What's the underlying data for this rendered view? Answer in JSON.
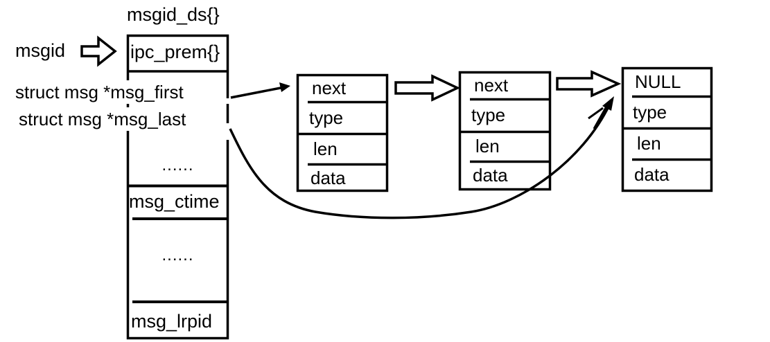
{
  "diagram": {
    "struct_title": "msgid_ds{}",
    "handle_label": "msgid",
    "pointer_labels": {
      "first": "struct msg *msg_first",
      "last": "struct msg *msg_last"
    },
    "msgid_ds_fields": {
      "perm": "ipc_prem{}",
      "ellipsis1": "......",
      "ctime": "msg_ctime",
      "ellipsis2": "......",
      "lrpid": "msg_lrpid"
    },
    "msg_nodes": [
      {
        "next": "next",
        "type": "type",
        "len": "len",
        "data": "data"
      },
      {
        "next": "next",
        "type": "type",
        "len": "len",
        "data": "data"
      },
      {
        "next": "NULL",
        "type": "type",
        "len": "len",
        "data": "data"
      }
    ],
    "colors": {
      "line": "#000000",
      "text": "#000000",
      "background": "#ffffff"
    }
  }
}
